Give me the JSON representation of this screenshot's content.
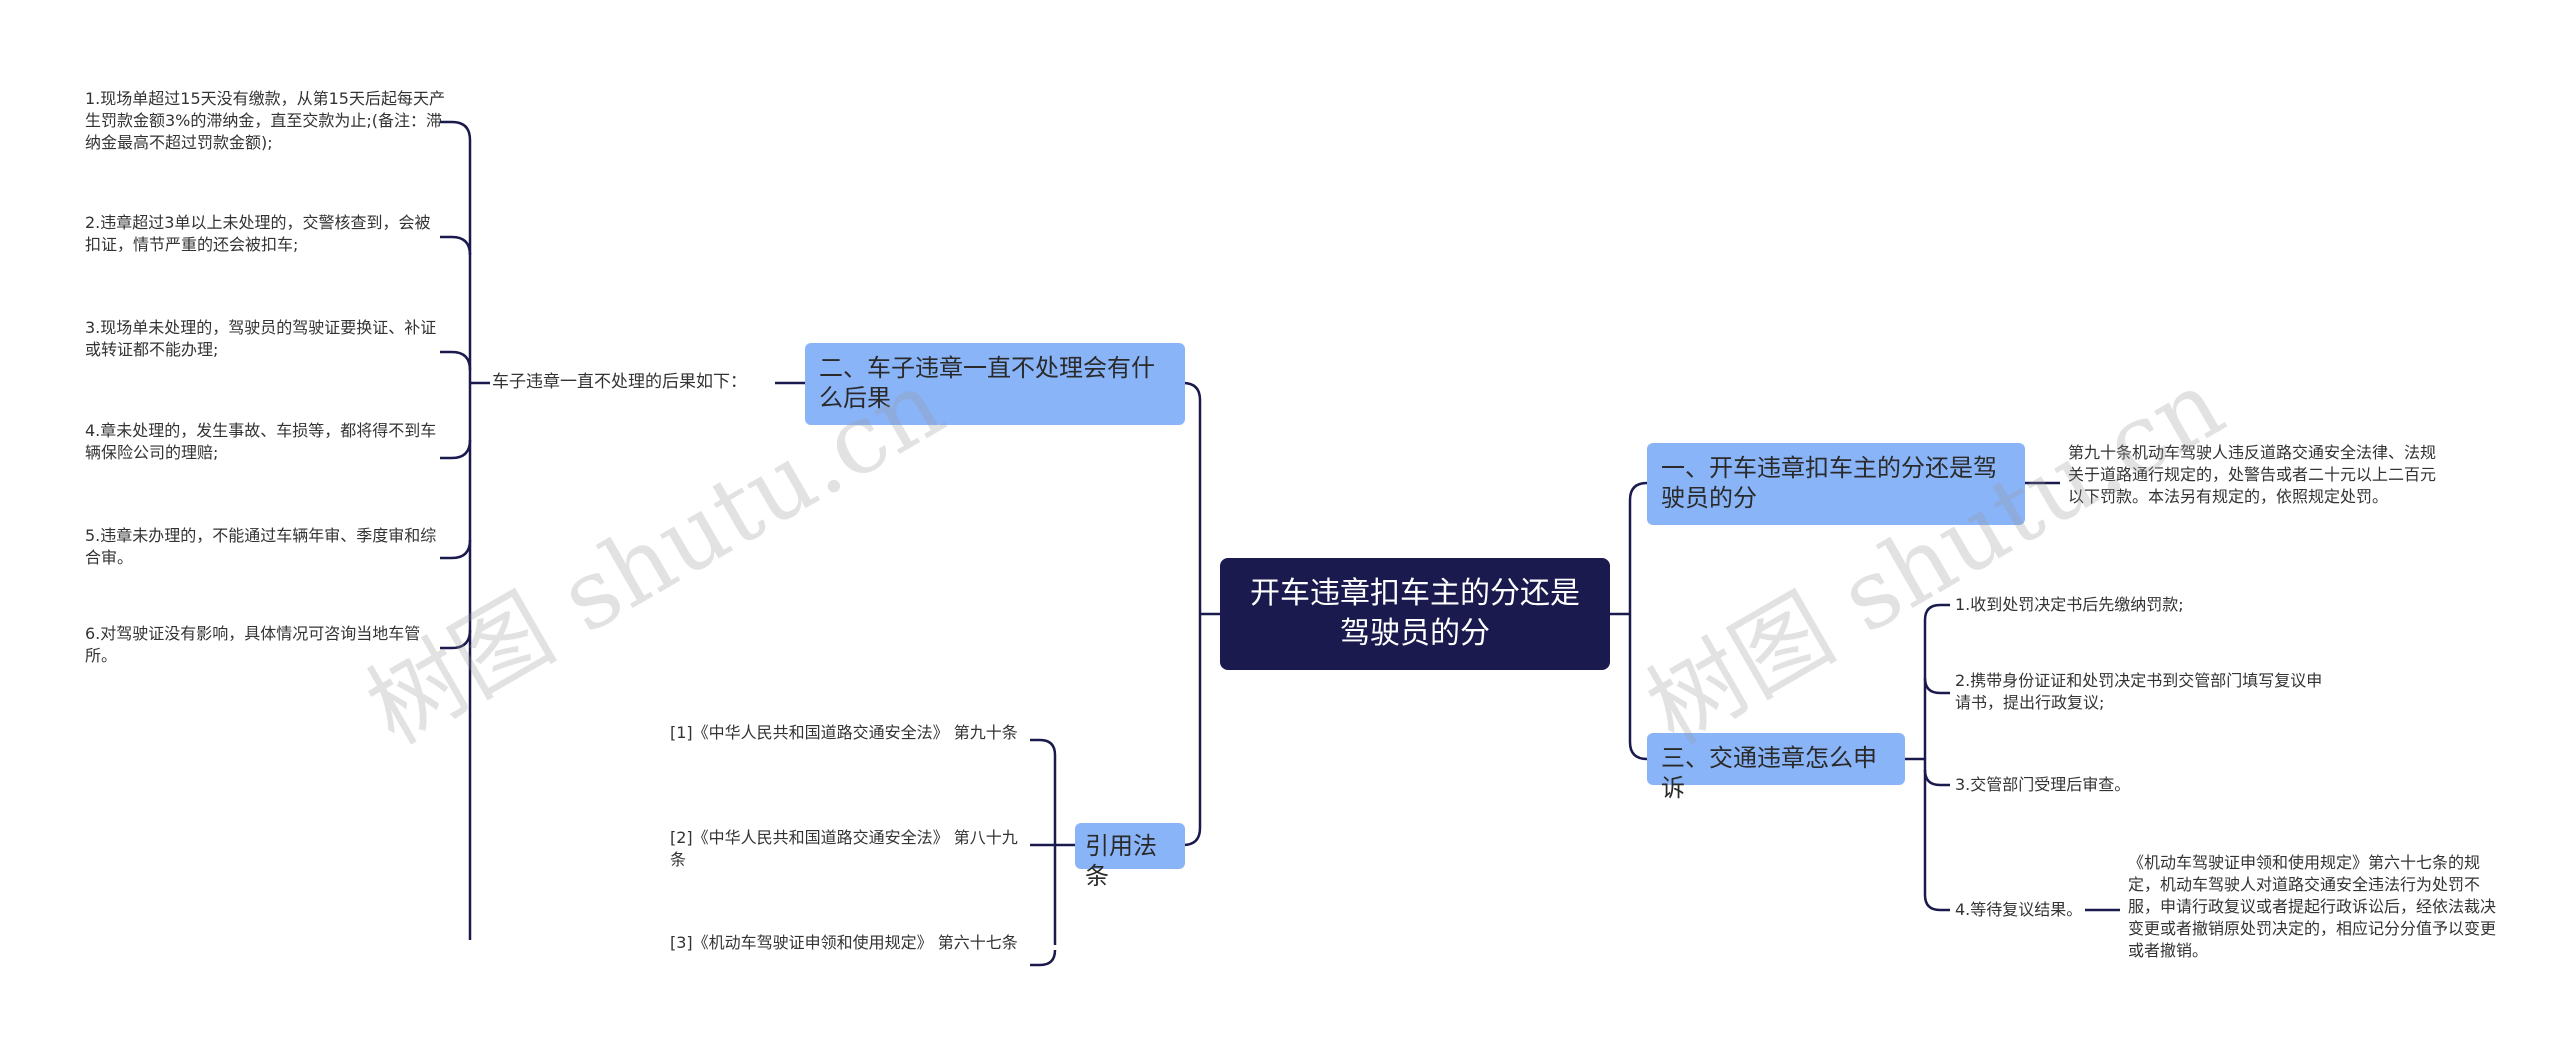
{
  "root": {
    "title": "开车违章扣车主的分还是驾驶员的分"
  },
  "left": {
    "b2": {
      "label": "二、车子违章一直不处理会有什么后果",
      "sub": "车子违章一直不处理的后果如下：",
      "items": [
        "1.现场单超过15天没有缴款，从第15天后起每天产生罚款金额3%的滞纳金，直至交款为止;(备注：滞纳金最高不超过罚款金额);",
        "2.违章超过3单以上未处理的，交警核查到，会被扣证，情节严重的还会被扣车;",
        "3.现场单未处理的，驾驶员的驾驶证要换证、补证或转证都不能办理;",
        "4.章未处理的，发生事故、车损等，都将得不到车辆保险公司的理赔;",
        "5.违章未办理的，不能通过车辆年审、季度审和综合审。",
        "6.对驾驶证没有影响，具体情况可咨询当地车管所。"
      ]
    },
    "refs": {
      "label": "引用法条",
      "items": [
        "[1]《中华人民共和国道路交通安全法》 第九十条",
        "[2]《中华人民共和国道路交通安全法》 第八十九条",
        "[3]《机动车驾驶证申领和使用规定》 第六十七条"
      ]
    }
  },
  "right": {
    "b1": {
      "label": "一、开车违章扣车主的分还是驾驶员的分",
      "text": "第九十条机动车驾驶人违反道路交通安全法律、法规关于道路通行规定的，处警告或者二十元以上二百元以下罚款。本法另有规定的，依照规定处罚。"
    },
    "b3": {
      "label": "三、交通违章怎么申诉",
      "items": [
        "1.收到处罚决定书后先缴纳罚款;",
        "2.携带身份证证和处罚决定书到交管部门填写复议申请书，提出行政复议;",
        "3.交管部门受理后审查。",
        "4.等待复议结果。"
      ],
      "detail": "《机动车驾驶证申领和使用规定》第六十七条的规定，机动车驾驶人对道路交通安全违法行为处罚不服，申请行政复议或者提起行政诉讼后，经依法裁决变更或者撤销原处罚决定的，相应记分分值予以变更或者撤销。"
    }
  },
  "watermark": {
    "text": "树图 shutu.cn"
  },
  "colors": {
    "root": "#1a1a4e",
    "branch": "#8ab4f8",
    "line": "#1a1a4e"
  }
}
